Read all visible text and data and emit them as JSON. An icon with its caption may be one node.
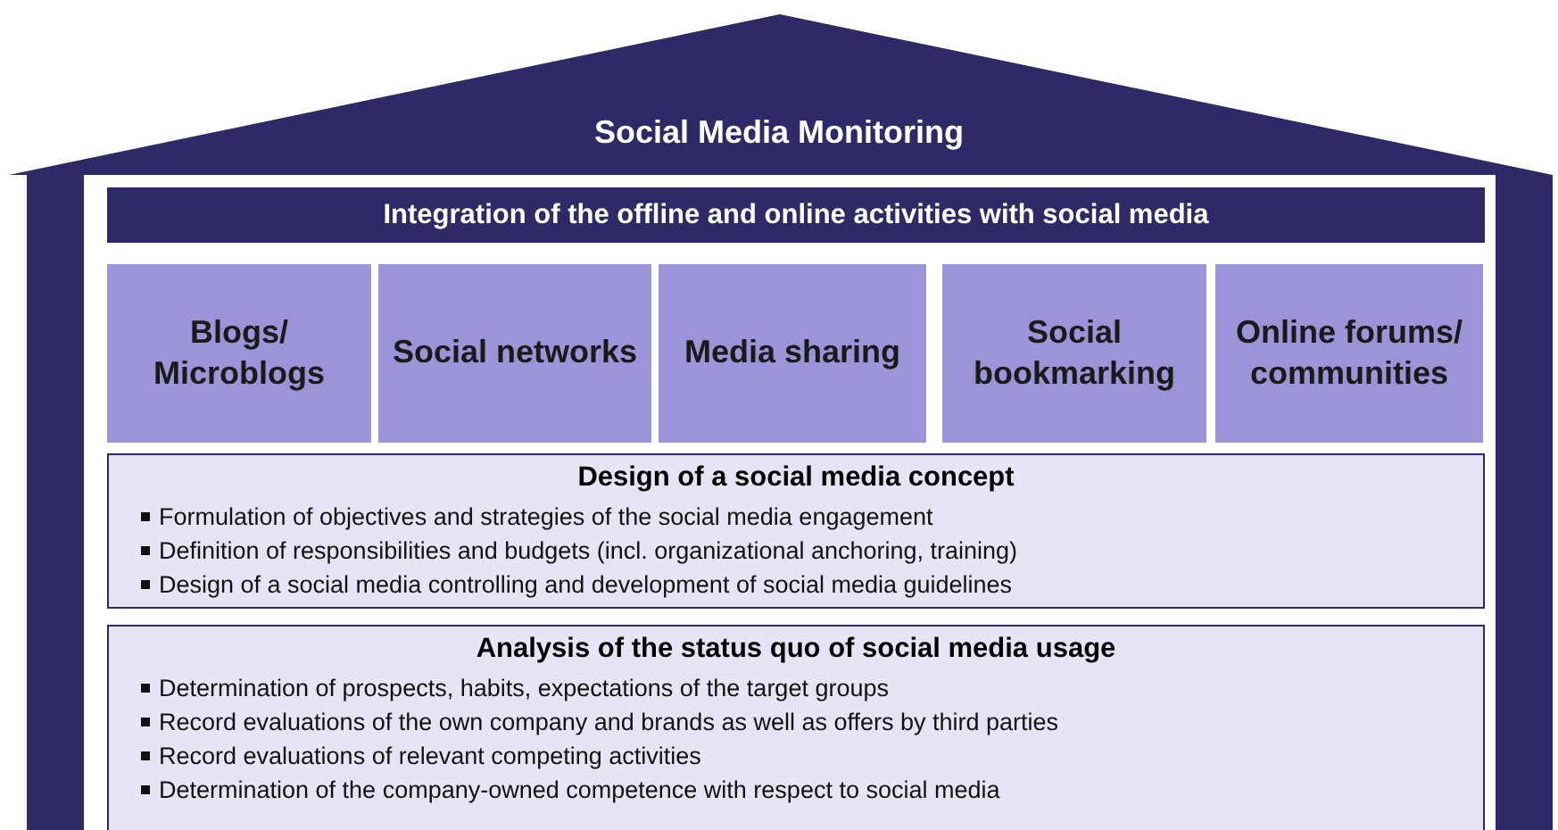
{
  "diagram": {
    "nodes": [
      {
        "text": [
          "Social Media Monitoring"
        ]
      },
      {
        "text": [
          "Integration of the offline and online activities with social media"
        ],
        "in": 0
      },
      {
        "text": [
          "Blogs/ Microblogs"
        ],
        "in": 0
      },
      {
        "text": [
          "Social networks"
        ],
        "in": 0
      },
      {
        "text": [
          "Media sharing"
        ],
        "in": 0
      },
      {
        "text": [
          "Social bookmarking"
        ],
        "in": 0
      },
      {
        "text": [
          "Online forums/ communities"
        ],
        "in": 0
      },
      {
        "text": [
          "Design of a social media concept",
          "Formulation of objectives and strategies of the social media engagement",
          "Definition of responsibilities and budgets (incl. organizational anchoring, training)",
          "Design of a social media controlling and development of social media guidelines"
        ],
        "in": 0
      },
      {
        "text": [
          "Analysis of the status quo of social media usage",
          "Determination of prospects, habits, expectations of the target groups",
          "Record evaluations of the own company and brands as well as offers by third parties",
          "Record evaluations of relevant competing activities",
          "Determination of the company-owned competence with respect to social media"
        ],
        "in": 0
      }
    ]
  }
}
